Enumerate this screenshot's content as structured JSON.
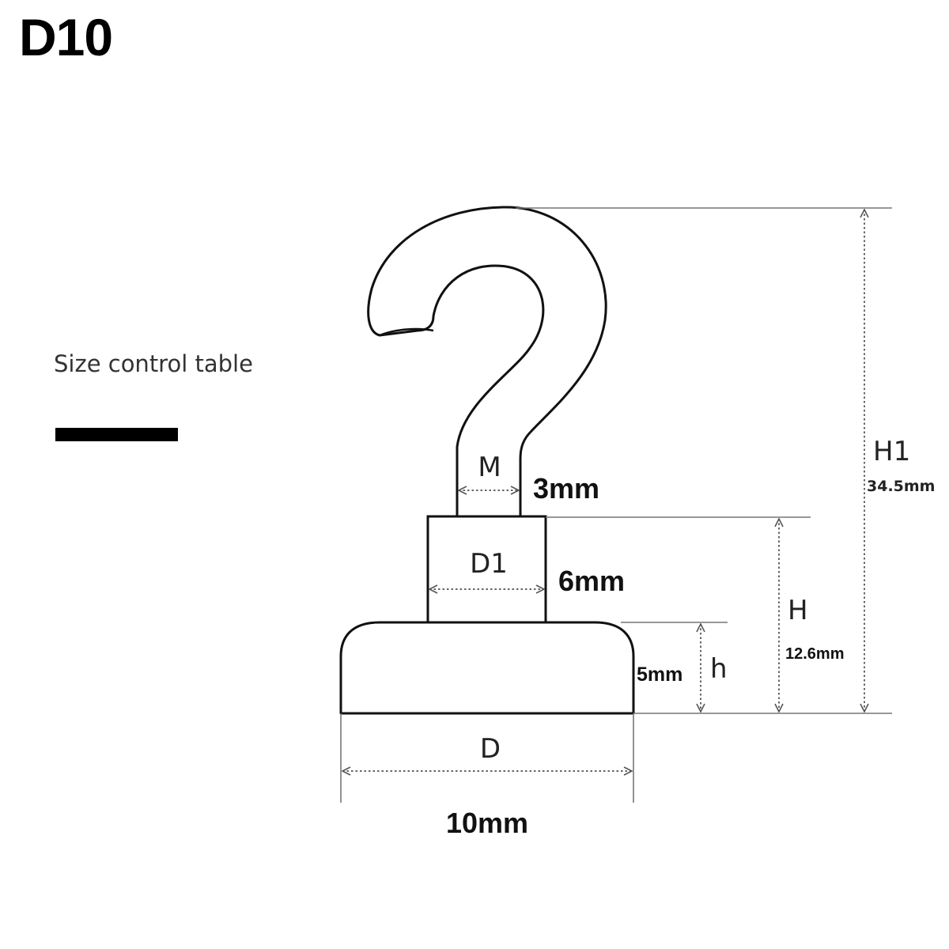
{
  "title": "D10",
  "legend": {
    "label": "Size control table"
  },
  "dimensions": {
    "M": {
      "letter": "M",
      "value": "3mm"
    },
    "D1": {
      "letter": "D1",
      "value": "6mm"
    },
    "h": {
      "letter": "h",
      "value": "5mm"
    },
    "H": {
      "letter": "H",
      "value": "12.6mm"
    },
    "H1": {
      "letter": "H1",
      "value": "34.5mm"
    },
    "D": {
      "letter": "D",
      "value": "10mm"
    }
  }
}
